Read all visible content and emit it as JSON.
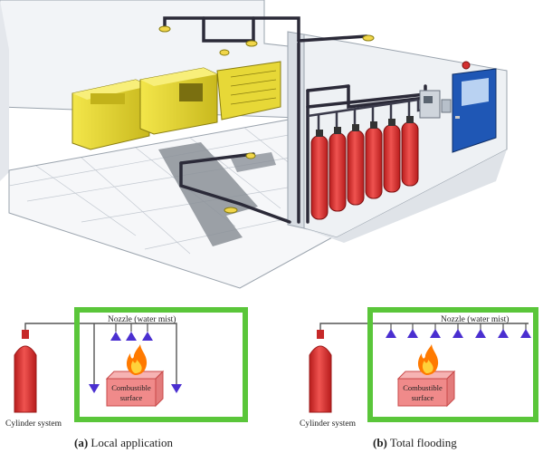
{
  "panels": {
    "a": {
      "nozzle_label": "Nozzle (water mist)",
      "cylinder_label": "Cylinder system",
      "surface_line1": "Combustible",
      "surface_line2": "surface",
      "caption_letter": "(a)",
      "caption_text": " Local application"
    },
    "b": {
      "nozzle_label": "Nozzle (water mist)",
      "cylinder_label": "Cylinder system",
      "surface_line1": "Combustible",
      "surface_line2": "surface",
      "caption_letter": "(b)",
      "caption_text": " Total flooding"
    }
  },
  "colors": {
    "enclosure_green": "#5ac63a",
    "cylinder_red": "#e53935",
    "nozzle_purple": "#4a2fd0",
    "equipment_yellow": "#e8d930",
    "door_blue": "#1f57b5",
    "surface_red": "#f08a8a"
  },
  "icons": [
    "fire-icon",
    "nozzle-icon",
    "cylinder-icon",
    "door-icon",
    "alarm-bell-icon"
  ]
}
